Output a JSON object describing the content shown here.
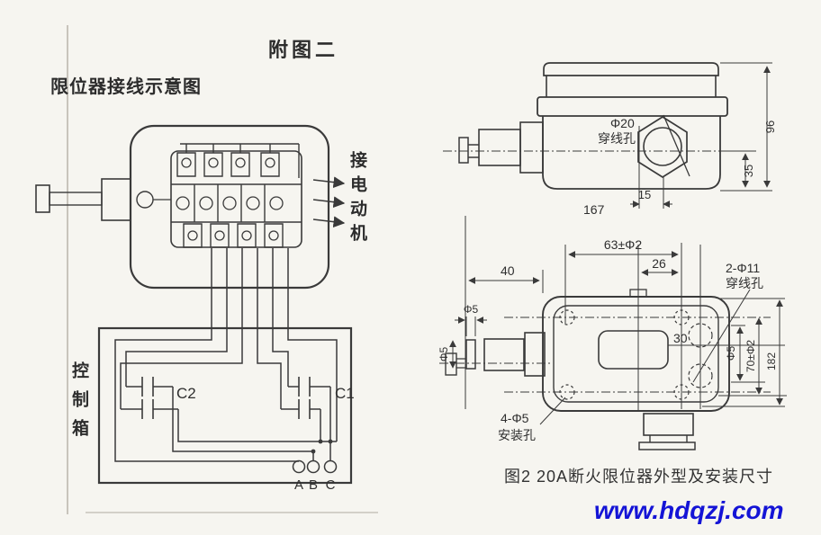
{
  "page": {
    "figure_tag": "附图二",
    "caption": "图2 20A断火限位器外型及安装尺寸",
    "watermark": "www.hdqzj.com",
    "colors": {
      "paper": "#f6f5f0",
      "ink": "#3a3a3a",
      "watermark": "#1414d6"
    }
  },
  "wiring": {
    "title": "限位器接线示意图",
    "motor": "接电动机",
    "control_box": "控制箱",
    "c2": "C2",
    "c1": "C1",
    "terminals": [
      "A",
      "B",
      "C"
    ]
  },
  "side_view": {
    "hole_dia": "Φ20",
    "hole_name": "穿线孔",
    "d15": "15",
    "d167": "167",
    "d96": "96",
    "d35": "35"
  },
  "top_view": {
    "d40": "40",
    "d63": "63±Φ2",
    "d26": "26",
    "wire_holes": "2-Φ11",
    "wire_holes_name": "穿线孔",
    "d30": "30",
    "phi5_top": "Φ5",
    "phi5_left": "Φ5",
    "phi5_right": "Φ5",
    "d70": "70±Φ2",
    "d182": "182",
    "mount_holes": "4-Φ5",
    "mount_holes_name": "安装孔"
  }
}
